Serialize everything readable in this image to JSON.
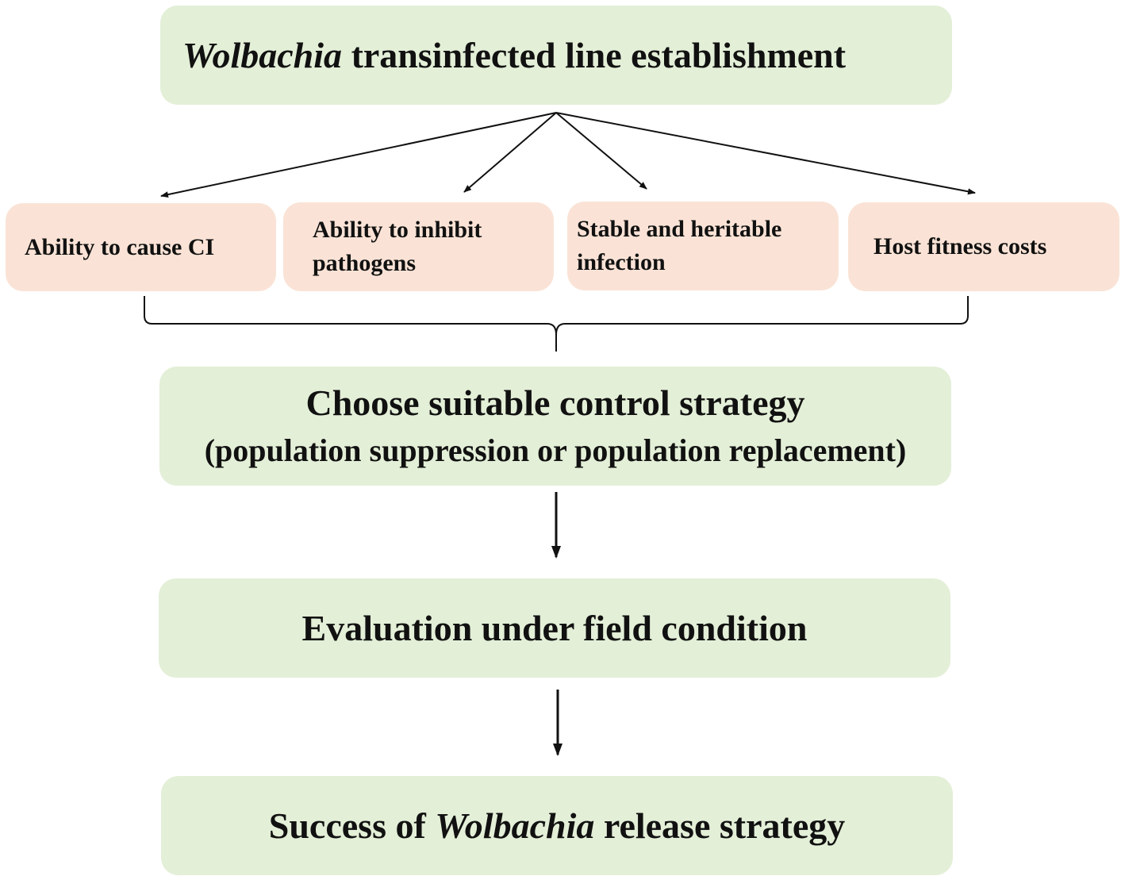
{
  "top_box": {
    "italic": "Wolbachia",
    "rest": " transinfected line establishment"
  },
  "criteria": [
    {
      "label": "Ability to cause CI"
    },
    {
      "label": "Ability to inhibit pathogens"
    },
    {
      "label": "Stable and heritable infection"
    },
    {
      "label": "Host fitness costs"
    }
  ],
  "strategy_box": {
    "title": "Choose suitable control strategy",
    "subtitle": "(population suppression or population replacement)"
  },
  "eval_box": {
    "label": "Evaluation under field condition"
  },
  "success_box": {
    "prefix": "Success of ",
    "italic": "Wolbachia",
    "suffix": " release strategy"
  },
  "colors": {
    "green_box": "#e3efd7",
    "pink_box": "#fae3d6",
    "line": "#111111"
  }
}
